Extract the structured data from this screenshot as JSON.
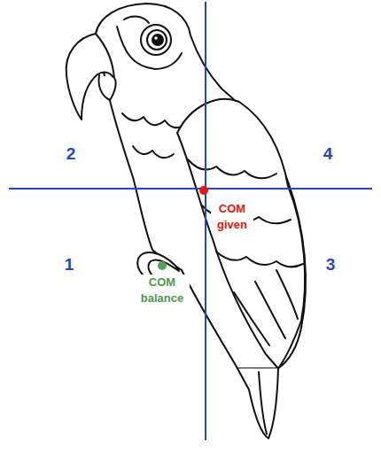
{
  "diagram": {
    "labels": [
      "2",
      "4",
      "1",
      "3",
      "COM given",
      "COM balance"
    ]
  }
}
